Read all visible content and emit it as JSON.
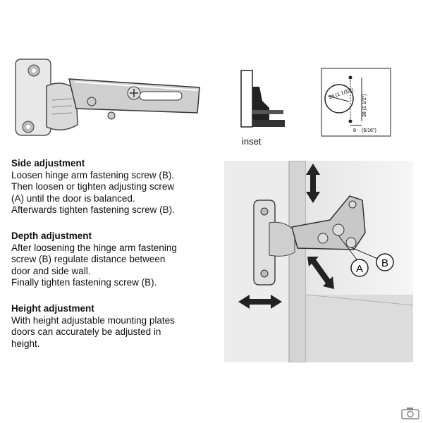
{
  "sections": [
    {
      "title": "Side adjustment",
      "lines": [
        "Loosen hinge arm fastening screw (B).",
        "Then loosen or tighten adjusting screw",
        "(A) until the door is balanced.",
        "Afterwards tighten fastening screw (B)."
      ]
    },
    {
      "title": "Depth adjustment",
      "lines": [
        "After loosening the hinge arm fastening",
        "screw (B) regulate distance between",
        "door and side wall.",
        "Finally tighten fastening screw (B)."
      ]
    },
    {
      "title": "Height adjustment",
      "lines": [
        "With height adjustable mounting plates",
        "doors can accurately be adjusted in",
        "height."
      ]
    }
  ],
  "inset": {
    "label": "inset"
  },
  "template": {
    "diameter": "26 (1 1/32\")",
    "vertical": "38 (1 1/2\")",
    "horizontal": "8",
    "horizontal_in": "(5/16\")"
  },
  "callouts": {
    "a": "A",
    "b": "B"
  }
}
